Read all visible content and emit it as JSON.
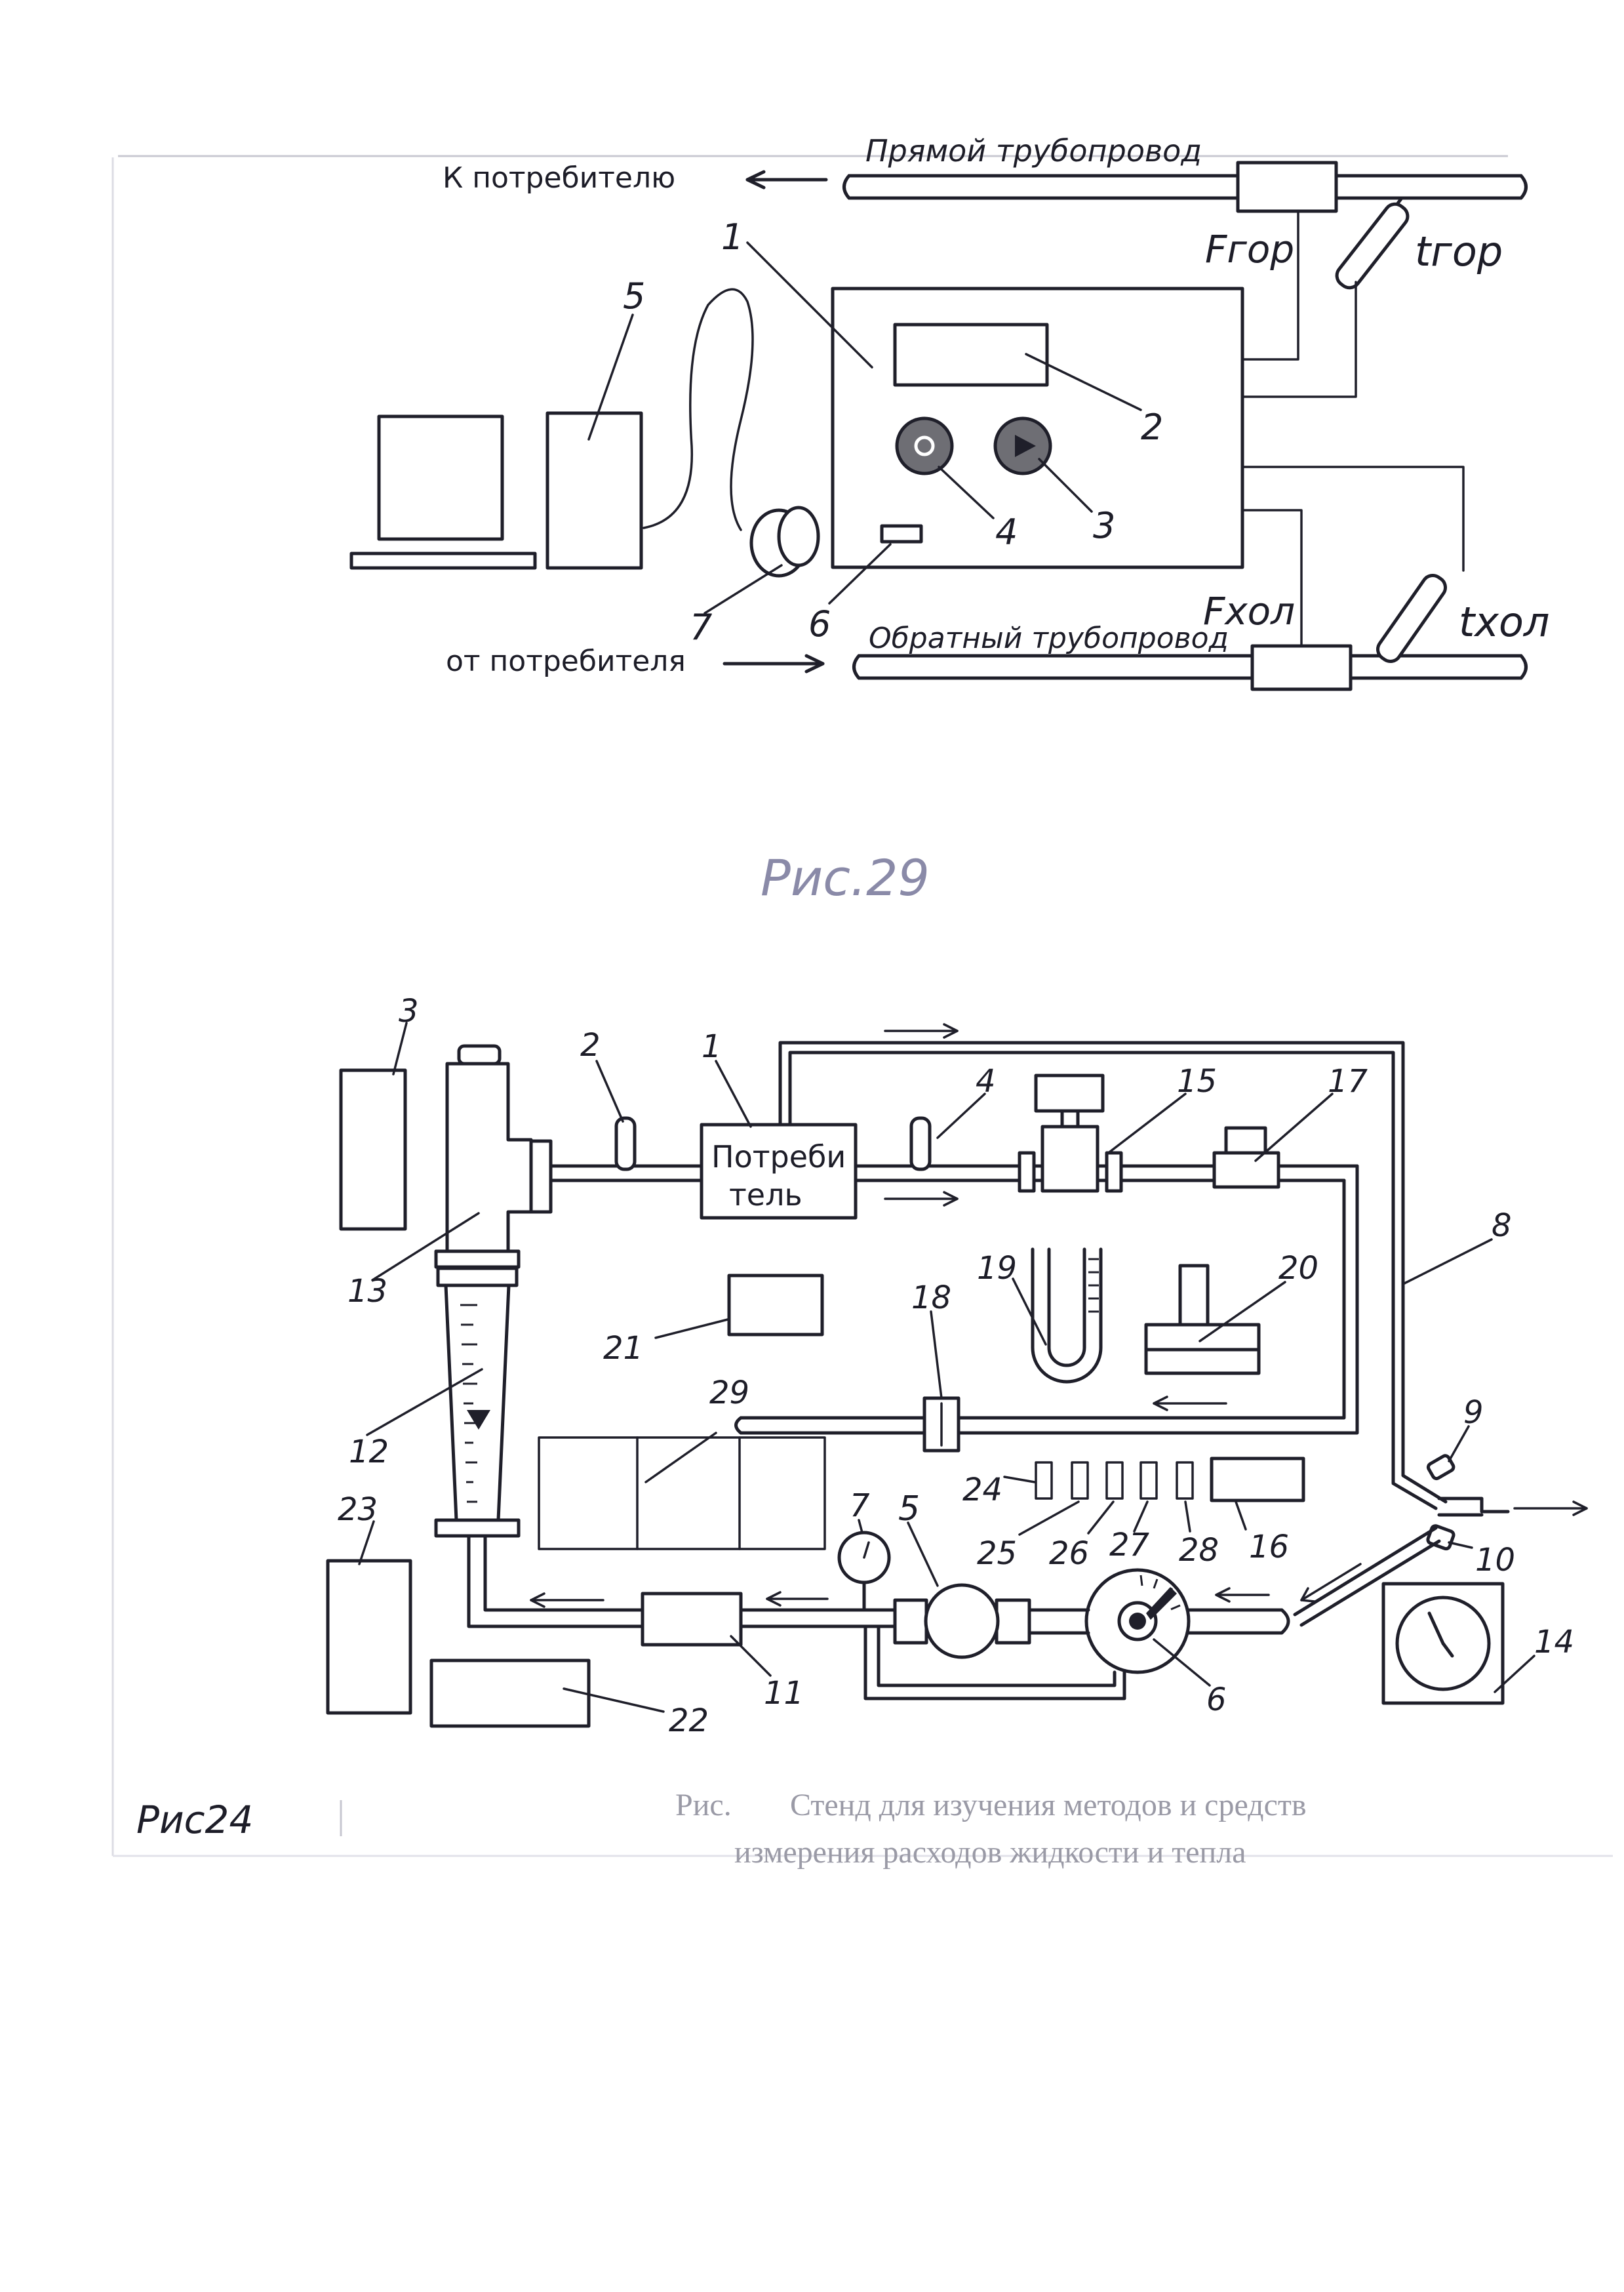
{
  "figure_top": {
    "to_consumer": "К потребителю",
    "from_consumer": "от потребителя",
    "supply_pipe": "Прямой трубопровод",
    "return_pipe": "Обратный трубопровод",
    "f_hot": "Fгор",
    "t_hot": "tгор",
    "f_cold": "Fхол",
    "t_cold": "tхол",
    "callouts": [
      "1",
      "2",
      "3",
      "4",
      "5",
      "6",
      "7"
    ]
  },
  "figure_label_top": "Рис.29",
  "figure_bottom": {
    "consumer_box": [
      "Потреби",
      "тель"
    ],
    "callouts": [
      "1",
      "2",
      "3",
      "4",
      "5",
      "6",
      "7",
      "8",
      "9",
      "10",
      "11",
      "12",
      "13",
      "14",
      "15",
      "16",
      "17",
      "18",
      "19",
      "20",
      "21",
      "22",
      "23",
      "24",
      "25",
      "26",
      "27",
      "28",
      "29"
    ]
  },
  "figure_label_bottom": "Рис24",
  "caption": {
    "prefix": "Рис.",
    "line1": "Стенд для изучения методов и средств",
    "line2": "измерения расходов жидкости и тепла"
  }
}
